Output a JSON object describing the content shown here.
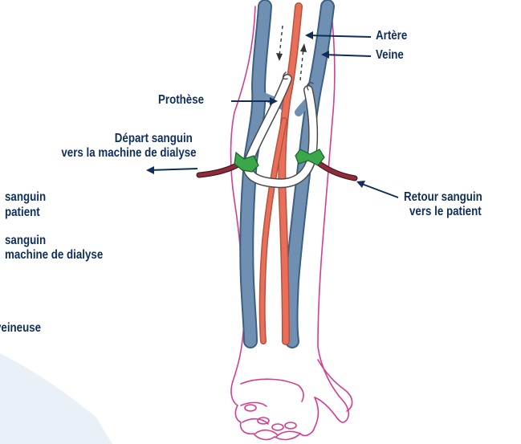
{
  "colors": {
    "navy": "#0f2e5a",
    "artery": "#e8705a",
    "vein": "#6f90b2",
    "vein_edge": "#3d5f82",
    "arm_outline": "#d63c8e",
    "clamp": "#3aa84a",
    "tube": "#8e2c3a",
    "swoosh": "#e9f0f8"
  },
  "icons": {
    "arrow": "arrow-icon",
    "clamp": "clamp-icon"
  },
  "labels": {
    "artere": "Artère",
    "veine": "Veine",
    "prothese": "Prothèse",
    "depart_line1": "Départ sanguin",
    "depart_line2": "vers la machine de dialyse",
    "retour_line1": "Retour sanguin",
    "retour_line2": "vers le patient",
    "legend1_line1": "sanguin",
    "legend1_line2": "patient",
    "legend2_line1": "sanguin",
    "legend2_line2": "machine de dialyse",
    "legend3": "veineuse"
  }
}
